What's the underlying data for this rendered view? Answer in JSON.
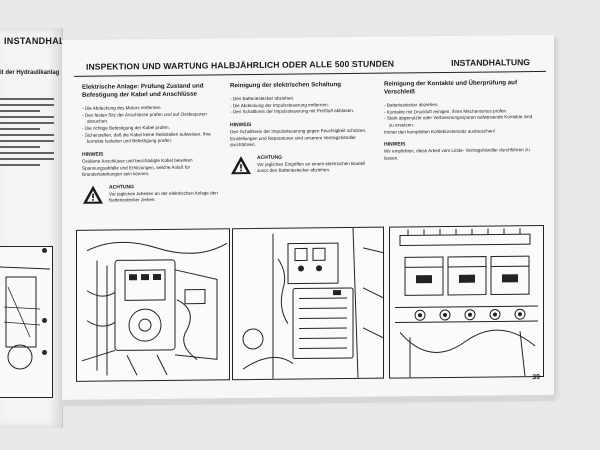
{
  "left_page": {
    "title": "INSTANDHALTUNG",
    "subtitle": "it der Hydraulikanlag"
  },
  "header": {
    "left": "INSPEKTION UND WARTUNG HALBJÄHRLICH ODER ALLE 500 STUNDEN",
    "right": "INSTANDHALTUNG"
  },
  "col1": {
    "title": "Elektrische Anlage: Prüfung Zustand und Befestigung der Kabel und Anschlüsse",
    "items": [
      "Die Abdeckung des Motors entfernen.",
      "Den festen Sitz der Anschlüsse prüfen und auf Oxidaspuren absuchen.",
      "Die richtige Befestigung der Kabel prüfen.",
      "Sicherstellen, daß die Kabel keine Reibstellen aufweisen. Ihre korrekte Isolation und Befestigung prüfen."
    ],
    "hinweis_label": "HINWEIS",
    "hinweis_text": "Oxidierte Anschlüsse und beschädigte Kabel bewirken Spannungsabfälle und Erhitzungen, welche Anlaß für Brandentstehungen sein können.",
    "achtung_label": "ACHTUNG",
    "achtung_text": "Vor jeglichen Arbeiten an der elektrischen Anlage den Batteriestecker ziehen."
  },
  "col2": {
    "title": "Reinigung der elektrischen Schaltung",
    "items": [
      "Den Batteriestecker abziehen.",
      "Die Abdeckung der Impulssteuerung entfernen.",
      "Den Schaltkreis der Impulssteuerung mit Preßluft abblasen."
    ],
    "hinweis_label": "HINWEIS",
    "hinweis_text": "Den Schaltkreis der Impulssteuerung gegen Feuchtigkeit schützen. Einstellungen und Reparaturen sind unserem Vertragshändler durchführen.",
    "achtung_label": "ACHTUNG",
    "achtung_text": "Vor jeglichen Eingriffen an einem elektrischen Bauteil zuvor den Batteriestecker abziehen."
  },
  "col3": {
    "title": "Reinigung der Kontakte und Überprüfung auf Verschleiß",
    "items": [
      "Batteriestecker abziehen.",
      "Kontakte mit Druckluft reinigen, ihren Mechanismus prüfen.",
      "Stark abgenutzte oder Verbrennungsspuren aufweisende Kontakte sind zu ersetzen."
    ],
    "plain": "Immer den kompletten Kohlebürstensatz austauschen!",
    "hinweis_label": "HINWEIS",
    "hinweis_text": "Wir empfehlen, diese Arbeit vom Linde- Vertragshändler durchführen zu lassen."
  },
  "page_number": "39",
  "colors": {
    "ink": "#1a1a1a",
    "paper": "#f7f7f5",
    "background": "#e9e8ea"
  }
}
